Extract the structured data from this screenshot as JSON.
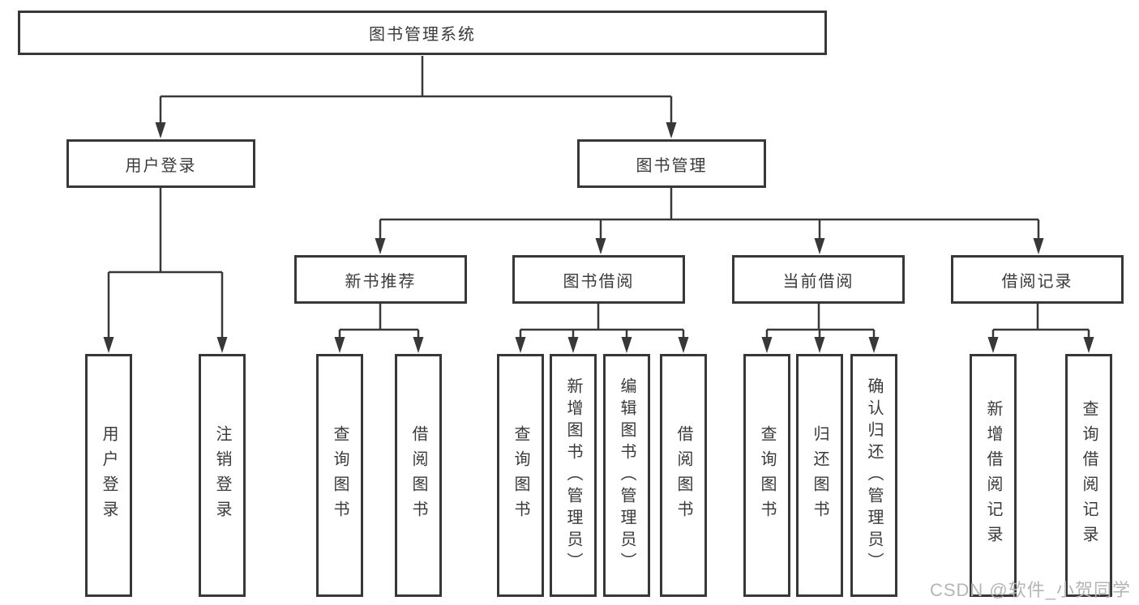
{
  "tree": {
    "label": "图书管理系统",
    "children": [
      {
        "label": "用户登录",
        "children": [
          {
            "label": "用户登录"
          },
          {
            "label": "注销登录"
          }
        ]
      },
      {
        "label": "图书管理",
        "children": [
          {
            "label": "新书推荐",
            "children": [
              {
                "label": "查询图书"
              },
              {
                "label": "借阅图书"
              }
            ]
          },
          {
            "label": "图书借阅",
            "children": [
              {
                "label": "查询图书"
              },
              {
                "label": "新增图书（管理员）"
              },
              {
                "label": "编辑图书（管理员）"
              },
              {
                "label": "借阅图书"
              }
            ]
          },
          {
            "label": "当前借阅",
            "children": [
              {
                "label": "查询图书"
              },
              {
                "label": "归还图书"
              },
              {
                "label": "确认归还（管理员）"
              }
            ]
          },
          {
            "label": "借阅记录",
            "children": [
              {
                "label": "新增借阅记录"
              },
              {
                "label": "查询借阅记录"
              }
            ]
          }
        ]
      }
    ]
  },
  "watermark": {
    "text": "CSDN @软件_小贺同学"
  },
  "colors": {
    "line": "#383838",
    "text": "#3a3a3a",
    "watermark": "#b5b5b5",
    "background": "#ffffff"
  }
}
